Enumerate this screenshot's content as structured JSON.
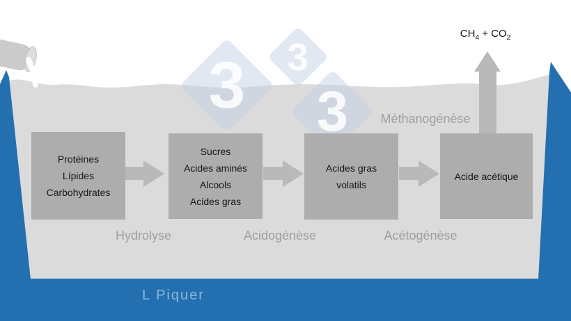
{
  "colors": {
    "tank_blue": "#236fb0",
    "liquid_gray": "#dbdbdb",
    "box_gray": "#adadad",
    "arrow_gray": "#b9b9b9",
    "label_gray": "#a0a0a0",
    "text_black": "#161616",
    "watermark_blue": "rgba(197,210,230,0.5)"
  },
  "gas_label": {
    "formula_part1": "CH",
    "sub1": "4",
    "formula_part2": " + CO",
    "sub2": "2"
  },
  "stages": [
    {
      "lines": [
        "Protéines",
        "Lípides",
        "Carbohydrates"
      ]
    },
    {
      "lines": [
        "Sucres",
        "Acides aminés",
        "Alcools",
        "Acides gras"
      ]
    },
    {
      "lines": [
        "Acides gras",
        "volatils"
      ]
    },
    {
      "lines": [
        "Acide acétique"
      ]
    }
  ],
  "process_labels": {
    "hydrolysis": "Hydrolyse",
    "acidogenesis": "Acidogénèse",
    "acetogenesis": "Acétogénèse",
    "methanogenesis": "Méthanogénèse"
  },
  "watermark_digits": [
    "3",
    "3",
    "3"
  ],
  "credit": "L Piquer"
}
